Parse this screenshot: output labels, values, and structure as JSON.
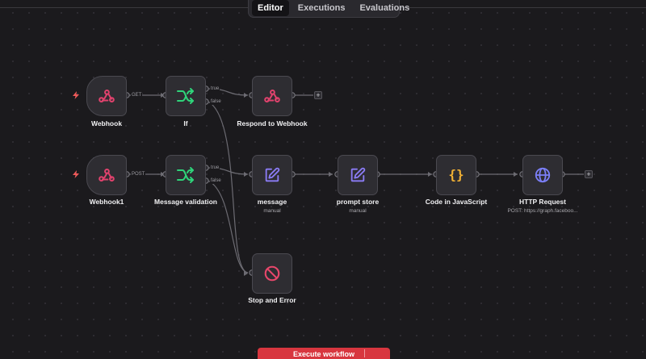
{
  "tabs": [
    {
      "label": "Editor",
      "active": true
    },
    {
      "label": "Executions",
      "active": false
    },
    {
      "label": "Evaluations",
      "active": false
    }
  ],
  "nodes": {
    "webhook": {
      "title": "Webhook",
      "icon": "webhook-icon"
    },
    "if": {
      "title": "If",
      "icon": "if-switch-icon"
    },
    "respond": {
      "title": "Respond to Webhook",
      "icon": "webhook-icon"
    },
    "webhook1": {
      "title": "Webhook1",
      "icon": "webhook-icon"
    },
    "message_validation": {
      "title": "Message validation",
      "icon": "if-switch-icon"
    },
    "message": {
      "title": "message",
      "subtitle": "manual",
      "icon": "edit-icon"
    },
    "prompt_store": {
      "title": "prompt store",
      "subtitle": "manual",
      "icon": "edit-icon"
    },
    "code": {
      "title": "Code in JavaScript",
      "icon": "code-braces-icon"
    },
    "http": {
      "title": "HTTP Request",
      "subtitle": "POST: https://graph.faceboo...",
      "icon": "globe-icon"
    },
    "stop": {
      "title": "Stop and Error",
      "icon": "stop-icon"
    }
  },
  "connection_labels": {
    "get": "GET",
    "post": "POST",
    "if_true": "true",
    "if_false": "false",
    "mv_true": "true",
    "mv_false": "false"
  },
  "colors": {
    "webhook": "#e0426d",
    "if": "#2fd47a",
    "edit": "#8b7cf6",
    "code": "#f2b134",
    "globe": "#7b7ff7",
    "stop": "#e8476b",
    "trigger_bolt": "#ef5a5a",
    "primary_button": "#d8363f"
  },
  "bottom_button": {
    "label": "Execute workflow"
  }
}
